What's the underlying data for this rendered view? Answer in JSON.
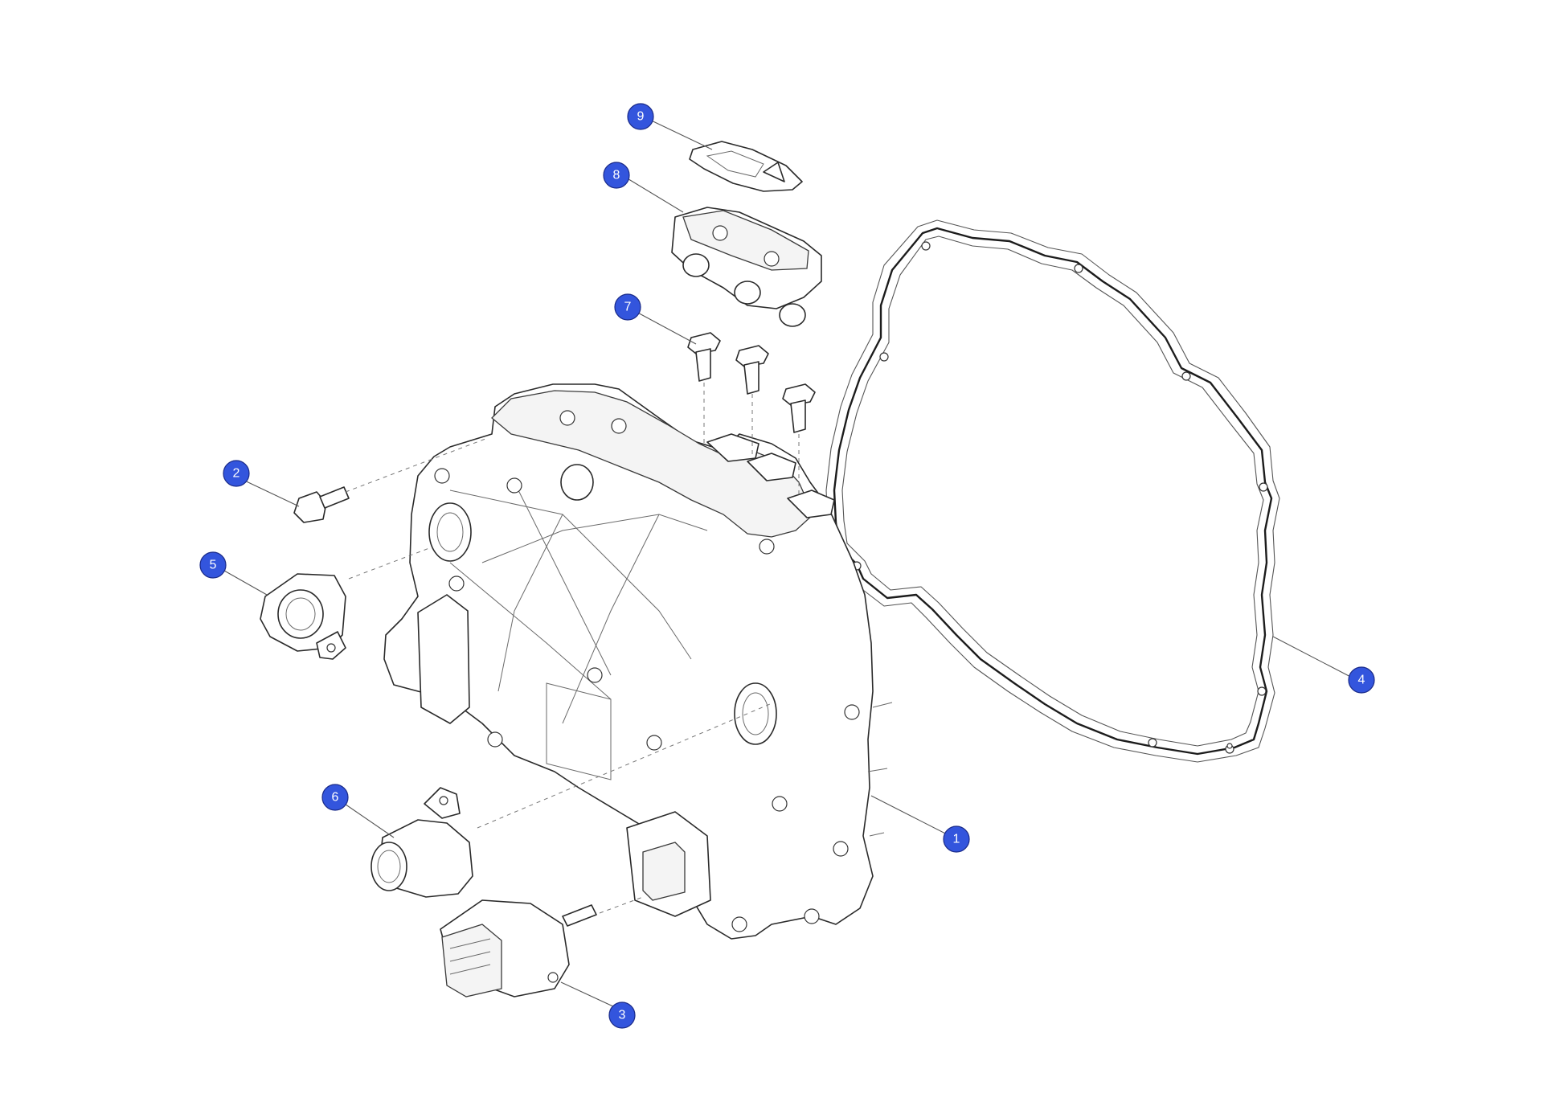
{
  "callout_color": "#3355dd",
  "callouts": [
    {
      "label": "1"
    },
    {
      "label": "2"
    },
    {
      "label": "3"
    },
    {
      "label": "4"
    },
    {
      "label": "5"
    },
    {
      "label": "6"
    },
    {
      "label": "7"
    },
    {
      "label": "8"
    },
    {
      "label": "9"
    }
  ]
}
